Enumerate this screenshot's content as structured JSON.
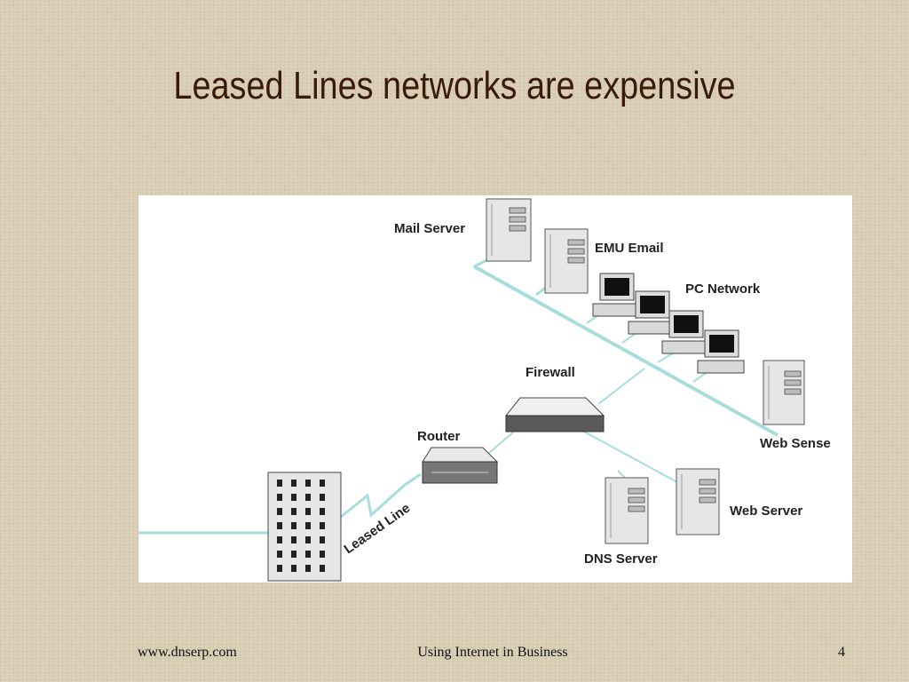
{
  "slide": {
    "title": "Leased Lines networks are expensive"
  },
  "diagram": {
    "labels": {
      "mail_server": "Mail Server",
      "emu_email": "EMU Email",
      "pc_network": "PC Network",
      "firewall": "Firewall",
      "router": "Router",
      "web_sense": "Web Sense",
      "web_server": "Web Server",
      "dns_server": "DNS Server",
      "leased_line": "Leased Line"
    },
    "colors": {
      "network_line": "#a9dcdc",
      "device_body": "#e6e6e6",
      "device_outline": "#555555"
    }
  },
  "footer": {
    "website": "www.dnserp.com",
    "topic": "Using Internet in Business",
    "page_number": "4"
  }
}
